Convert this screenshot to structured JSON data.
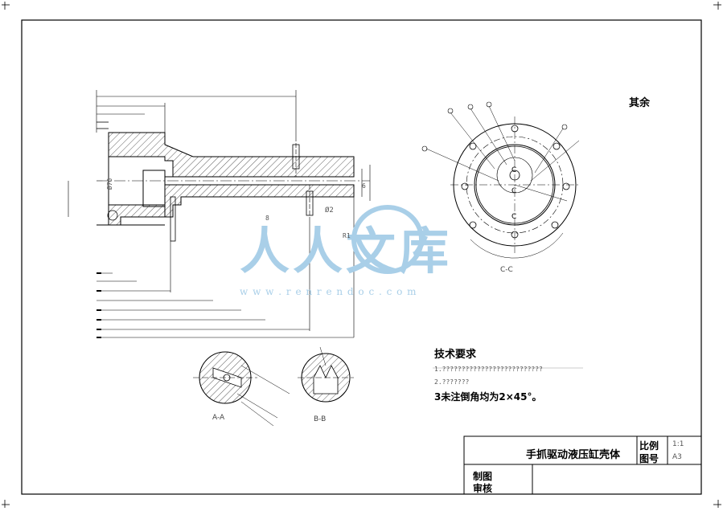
{
  "drawing": {
    "title": "手抓驱动液压缸壳体",
    "scale_label": "比例",
    "scale_value": "1:1",
    "drawing_no_label": "图号",
    "drawing_no_value": "A3",
    "drawn_label": "制图",
    "checked_label": "审核",
    "rest_label": "其余"
  },
  "tech_req": {
    "heading": "技术要求",
    "line1": "1.??????????????????????????",
    "line2": "2.???????",
    "line3": "3未注倒角均为2×45°。"
  },
  "views": {
    "section_a": "A-A",
    "section_b": "B-B",
    "section_c": "C-C",
    "label_c": "C"
  },
  "dimensions": {
    "d1": "Ø76",
    "d2": "Ø2",
    "d3": "6",
    "d4": "8",
    "d5": "R1"
  },
  "watermark": {
    "brand": "人人文库",
    "url": "w w w . r e n r e n d o c . c o m"
  },
  "colors": {
    "line": "#000000",
    "hatch": "#333333",
    "watermark": "#a9cfe8"
  }
}
